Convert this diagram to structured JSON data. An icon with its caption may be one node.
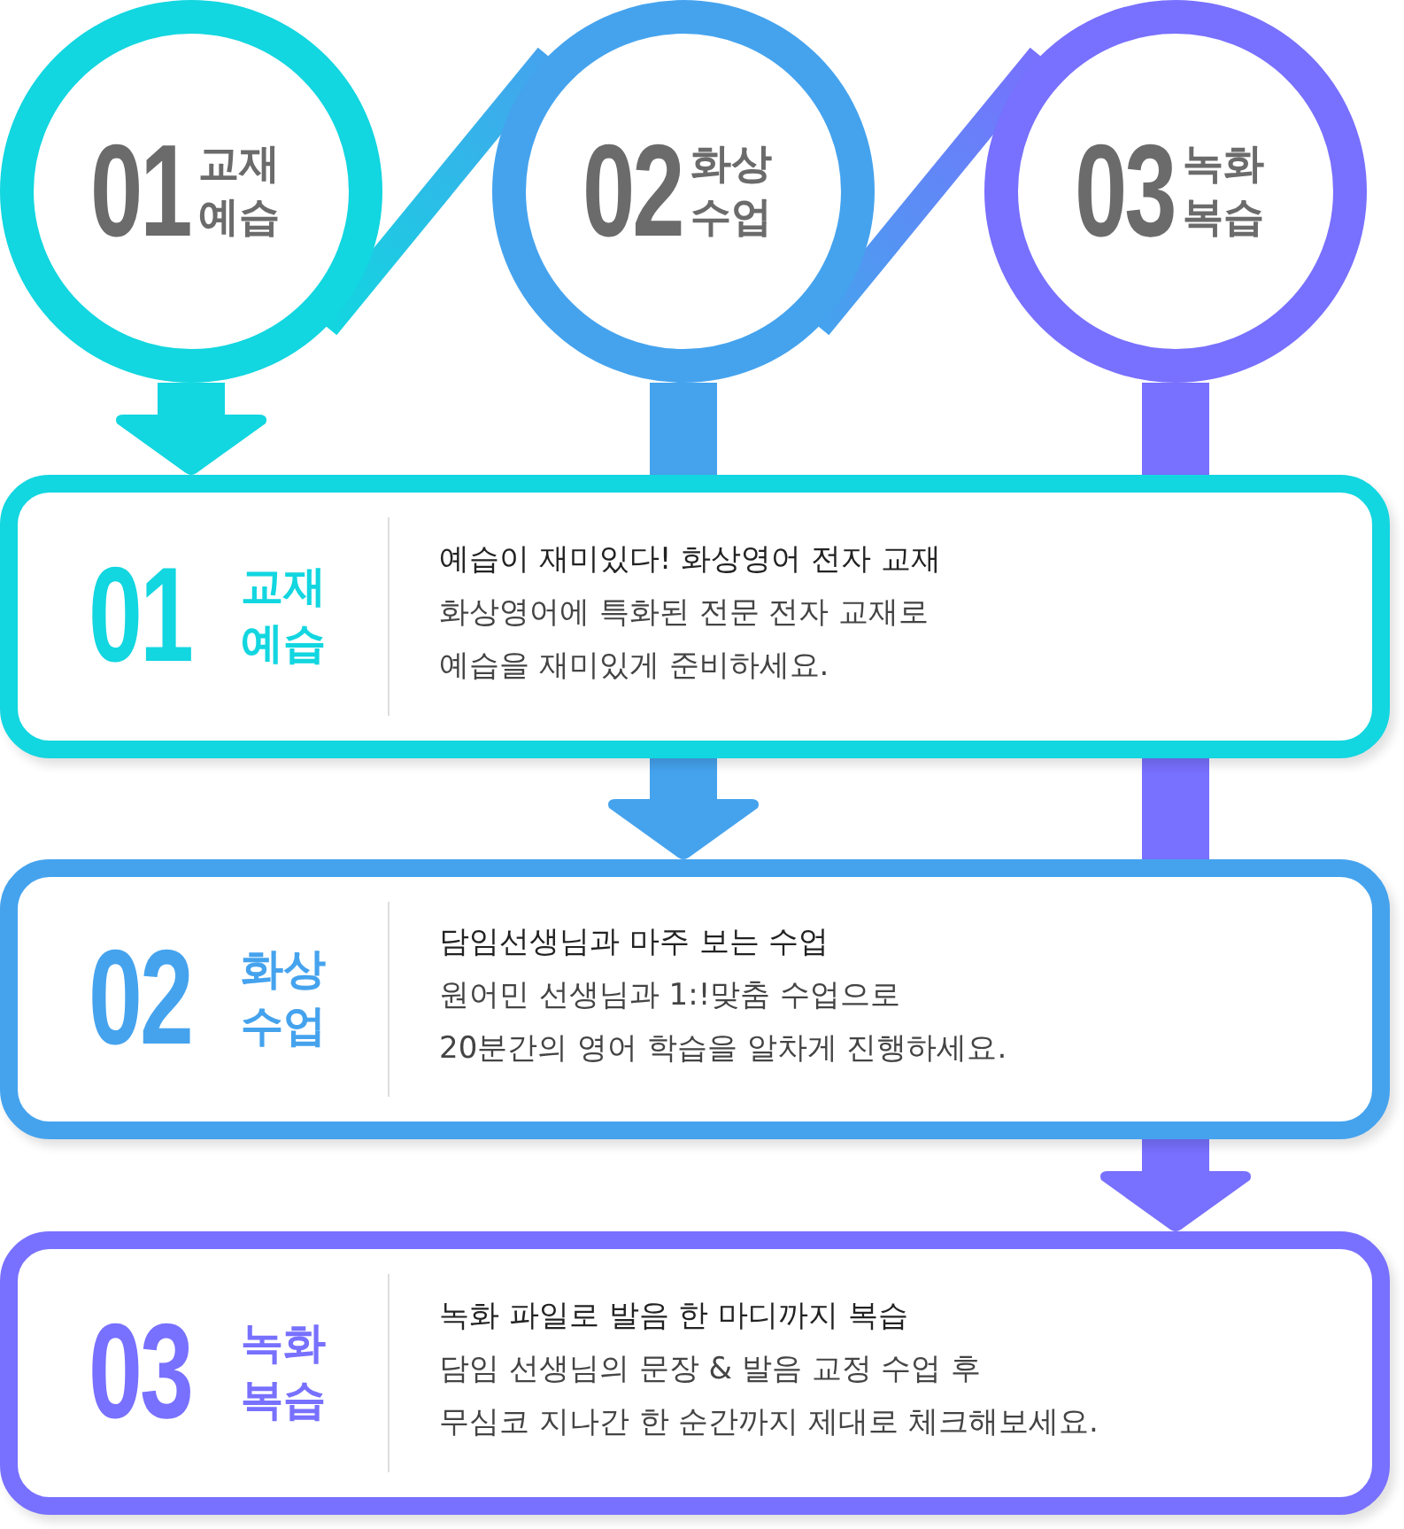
{
  "diagram": {
    "nodes": [
      {
        "text": [
          "01",
          "교재 예습"
        ]
      },
      {
        "text": [
          "02",
          "화상 수업"
        ]
      },
      {
        "text": [
          "03",
          "녹화 복습"
        ]
      },
      {
        "text": [
          "01",
          "교재 예습",
          "예습이 재미있다! 화상영어 전자 교재",
          "화상영어에 특화된 전문 전자 교재로 예습을 재미있게 준비하세요."
        ]
      },
      {
        "text": [
          "02",
          "화상 수업",
          "담임선생님과 마주 보는 수업",
          "원어민 선생님과 1:!맞춤 수업으로 20분간의 영어 학습을 알차게 진행하세요."
        ]
      },
      {
        "text": [
          "03",
          "녹화 복습",
          "녹화 파일로 발음 한 마디까지 복습",
          "담임 선생님의 문장 & 발음 교정 수업 후 무심코 지나간 한 순간까지 제대로 체크해보세요."
        ]
      }
    ],
    "edges": [
      {
        "from": 0,
        "to": 1,
        "arrow": "none"
      },
      {
        "from": 1,
        "to": 2,
        "arrow": "none"
      },
      {
        "from": 0,
        "to": 3,
        "arrow": "to",
        "color": "#12d6e0"
      },
      {
        "from": 1,
        "to": 3,
        "arrow": "none",
        "color": "#45a3ee"
      },
      {
        "from": 3,
        "to": 4,
        "arrow": "to",
        "color": "#45a3ee"
      },
      {
        "from": 2,
        "to": 3,
        "arrow": "none",
        "color": "#7870fe"
      },
      {
        "from": 3,
        "to": 4,
        "arrow": "none",
        "color": "#7870fe"
      },
      {
        "from": 4,
        "to": 5,
        "arrow": "to",
        "color": "#7870fe"
      }
    ]
  }
}
